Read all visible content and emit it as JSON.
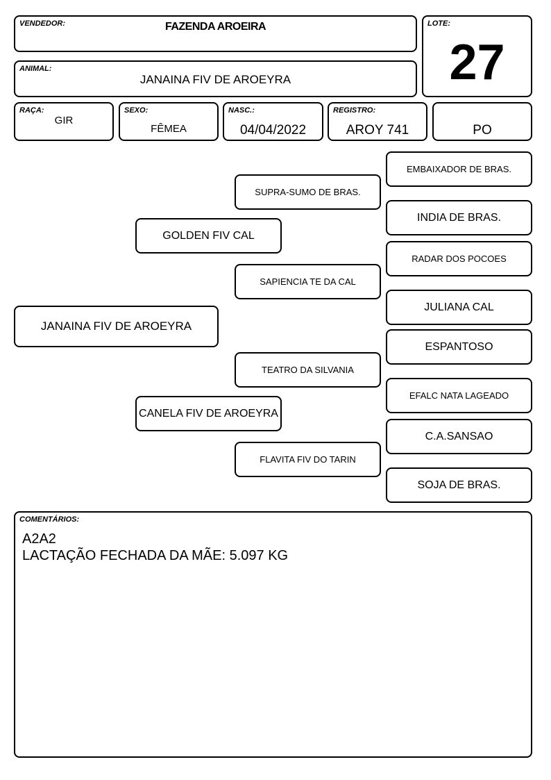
{
  "vendedor": {
    "label": "VENDEDOR:",
    "value": "FAZENDA AROEIRA"
  },
  "animal": {
    "label": "ANIMAL:",
    "value": "JANAINA FIV DE AROEYRA"
  },
  "lote": {
    "label": "LOTE:",
    "value": "27"
  },
  "raca": {
    "label": "RAÇA:",
    "value": "GIR"
  },
  "sexo": {
    "label": "SEXO:",
    "value": "FÊMEA"
  },
  "nasc": {
    "label": "NASC.:",
    "value": "04/04/2022"
  },
  "registro": {
    "label": "REGISTRO:",
    "value": "AROY 741"
  },
  "categoria": {
    "value": "PO"
  },
  "pedigree": {
    "animal": "JANAINA FIV DE AROEYRA",
    "sire": "GOLDEN FIV CAL",
    "dam": "CANELA FIV DE AROEYRA",
    "sire_sire": "SUPRA-SUMO DE BRAS.",
    "sire_dam": "SAPIENCIA TE DA CAL",
    "dam_sire": "TEATRO DA SILVANIA",
    "dam_dam": "FLAVITA FIV DO TARIN",
    "ggp": [
      "EMBAIXADOR DE BRAS.",
      "INDIA DE BRAS.",
      "RADAR DOS POCOES",
      "JULIANA CAL",
      "ESPANTOSO",
      "EFALC NATA LAGEADO",
      "C.A.SANSAO",
      "SOJA DE BRAS."
    ]
  },
  "comentarios": {
    "label": "COMENTÁRIOS:",
    "lines": [
      "A2A2",
      "LACTAÇÃO FECHADA DA MÃE: 5.097 KG"
    ]
  }
}
